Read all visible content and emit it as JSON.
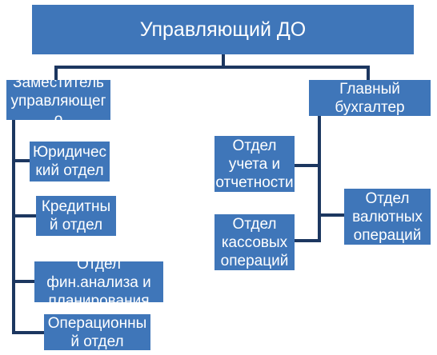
{
  "root": {
    "label": "Управляющий ДО"
  },
  "left_branch": {
    "head": {
      "label": "Заместитель управляющег о"
    },
    "children": [
      {
        "label": "Юридичес кий отдел"
      },
      {
        "label": "Кредитны й отдел"
      },
      {
        "label": "Отдел фин.анализа и планирования"
      },
      {
        "label": "Операционны й отдел"
      }
    ]
  },
  "right_branch": {
    "head": {
      "label": "Главный бухгалтер"
    },
    "children": [
      {
        "label": "Отдел учета и отчетности"
      },
      {
        "label": "Отдел кассовых операций"
      },
      {
        "label": "Отдел валютных операций"
      }
    ]
  },
  "colors": {
    "box_fill": "#3f76b9",
    "connector": "#1c3760",
    "text": "#ffffff"
  }
}
